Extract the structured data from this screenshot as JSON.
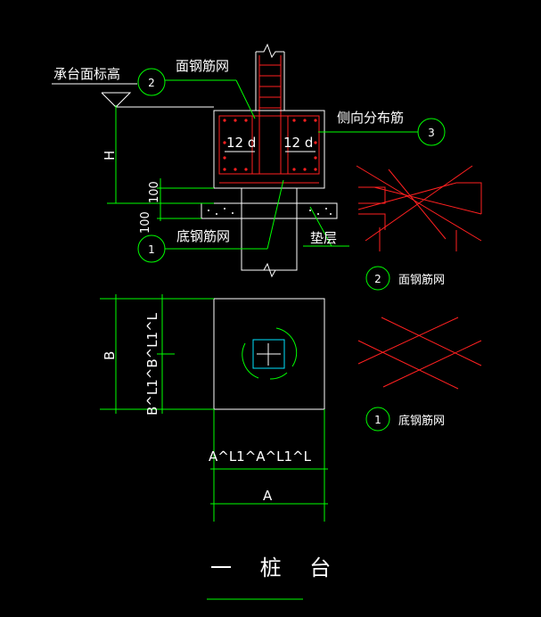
{
  "labels": {
    "cap_elevation": "承台面标高",
    "top_mesh": "面钢筋网",
    "side_bars": "侧向分布筋",
    "bottom_mesh": "底钢筋网",
    "cushion": "垫层",
    "anchor_left": "12 d",
    "anchor_right": "12 d",
    "dim_h": "H",
    "dim_100a": "100",
    "dim_100b": "100",
    "dim_b": "B",
    "dim_b_expr": "B^L1^B^L1^L",
    "dim_a_expr": "A^L1^A^L1^L",
    "dim_a": "A",
    "title": "一 桩 台"
  },
  "callouts": {
    "c1": "1",
    "c2": "2",
    "c3": "3"
  },
  "legend": {
    "top_mesh_num": "2",
    "top_mesh_label": "面钢筋网",
    "bottom_mesh_num": "1",
    "bottom_mesh_label": "底钢筋网"
  },
  "colors": {
    "background": "#000000",
    "linework": "#ffffff",
    "dimension": "#00ff00",
    "rebar": "#ff2020"
  }
}
